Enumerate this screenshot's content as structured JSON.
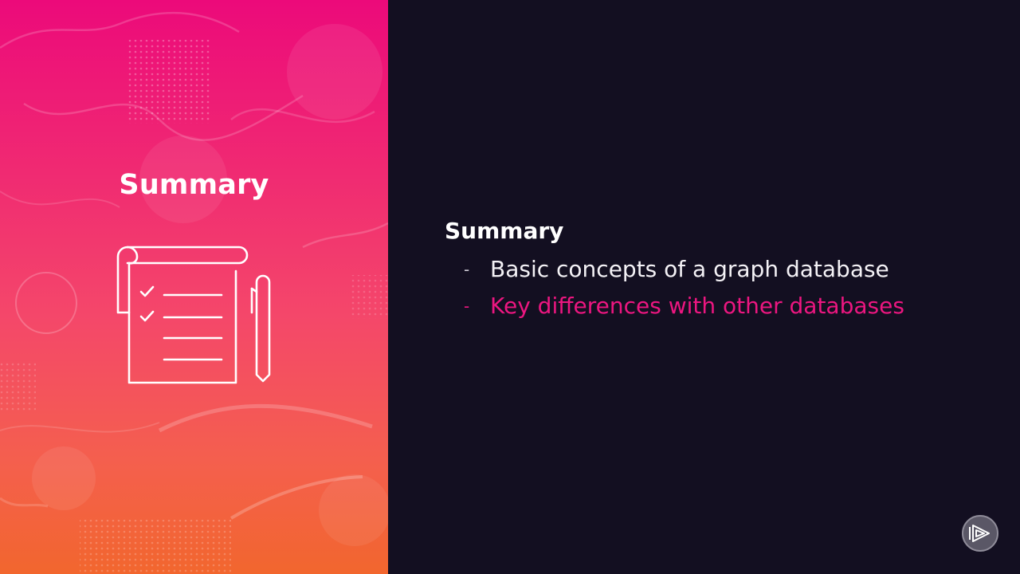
{
  "left_panel": {
    "title": "Summary",
    "icon": "checklist-icon",
    "gradient_colors": [
      "#ec0a7a",
      "#f4476a",
      "#f2662e"
    ]
  },
  "right_panel": {
    "heading": "Summary",
    "bullets": [
      {
        "dash": "-",
        "text": "Basic concepts of a graph database",
        "state": "normal"
      },
      {
        "dash": "-",
        "text": "Key differences with other databases",
        "state": "highlighted"
      }
    ],
    "highlight_color": "#ec1680",
    "background_color": "#130f21"
  },
  "brand": {
    "icon": "pluralsight-play-logo-icon"
  }
}
